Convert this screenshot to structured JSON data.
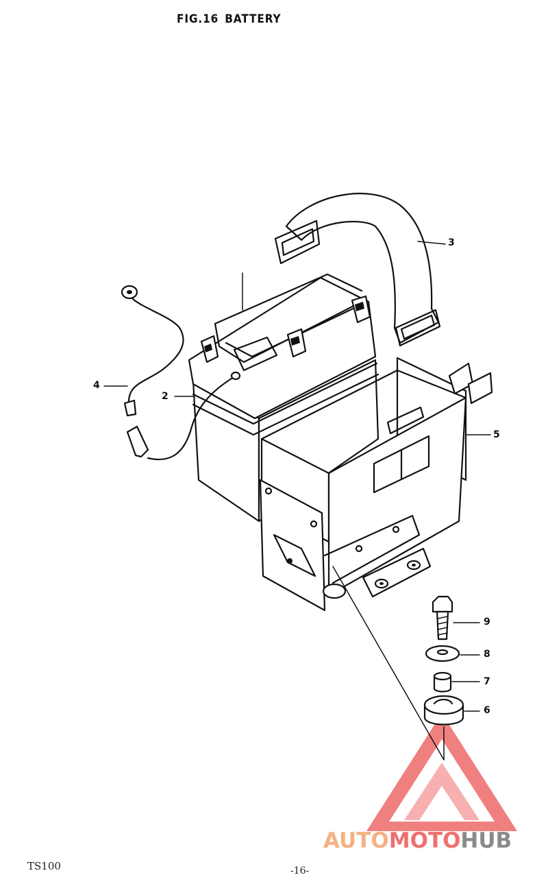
{
  "header": {
    "fig": "FIG.16",
    "name": "BATTERY"
  },
  "footer": {
    "model": "TS100",
    "page": "-16-"
  },
  "callouts": {
    "battery": "",
    "lead_wire": "2",
    "band": "3",
    "ground_lead": "4",
    "holder": "5",
    "cushion": "6",
    "spacer": "7",
    "washer": "8",
    "bolt": "9"
  },
  "watermark": {
    "part1": "AUTO",
    "part2": "MOTO",
    "part3": "HUB",
    "colors": {
      "auto": "#f4b183",
      "moto": "#ee7070",
      "hub": "#8a8a8a"
    }
  }
}
